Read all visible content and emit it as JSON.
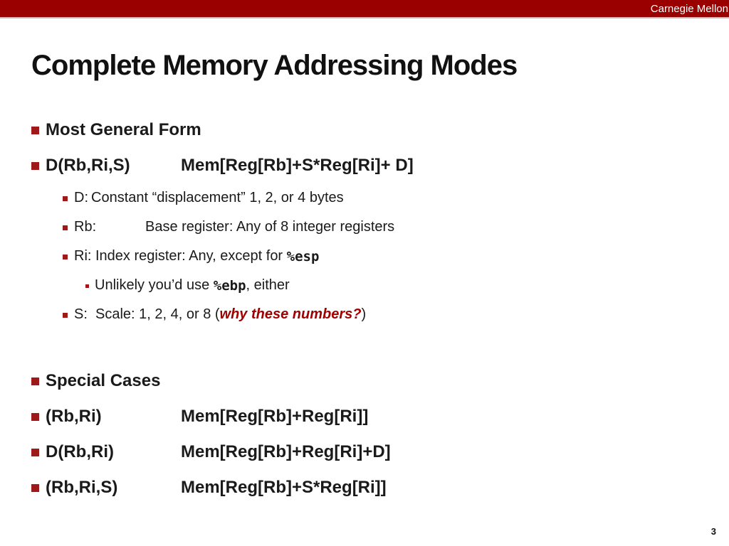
{
  "header": {
    "brand": "Carnegie Mellon"
  },
  "title": "Complete Memory Addressing Modes",
  "colors": {
    "banner_red": "#9a0000",
    "banner_underline_pink": "#e2aeae",
    "bullet_red": "#9e1a1a",
    "accent_text_red": "#a00000",
    "body_text": "#1a1a1a"
  },
  "content": {
    "most_general_heading": "Most General Form",
    "general_form": {
      "label": "D(Rb,Ri,S)",
      "formula": "Mem[Reg[Rb]+S*Reg[Ri]+ D]"
    },
    "d_line": {
      "label": "D:",
      "text": "Constant “displacement” 1, 2, or 4 bytes"
    },
    "rb_line": {
      "label": "Rb:",
      "text": "Base register: Any of 8 integer registers"
    },
    "ri_line": {
      "prefix": "Ri: Index register: Any, except for ",
      "mono": "%esp"
    },
    "ebp_note": {
      "prefix": "Unlikely you’d use ",
      "mono": "%ebp",
      "suffix": ", either"
    },
    "s_line": {
      "label": "S:",
      "prefix": "Scale: 1, 2, 4, or 8 (",
      "highlight": "why these numbers?",
      "suffix": ")"
    },
    "special_heading": "Special Cases",
    "special_cases": [
      {
        "label": "(Rb,Ri)",
        "formula": "Mem[Reg[Rb]+Reg[Ri]]"
      },
      {
        "label": "D(Rb,Ri)",
        "formula": "Mem[Reg[Rb]+Reg[Ri]+D]"
      },
      {
        "label": "(Rb,Ri,S)",
        "formula": "Mem[Reg[Rb]+S*Reg[Ri]]"
      }
    ]
  },
  "footer": {
    "page_number": "3"
  }
}
